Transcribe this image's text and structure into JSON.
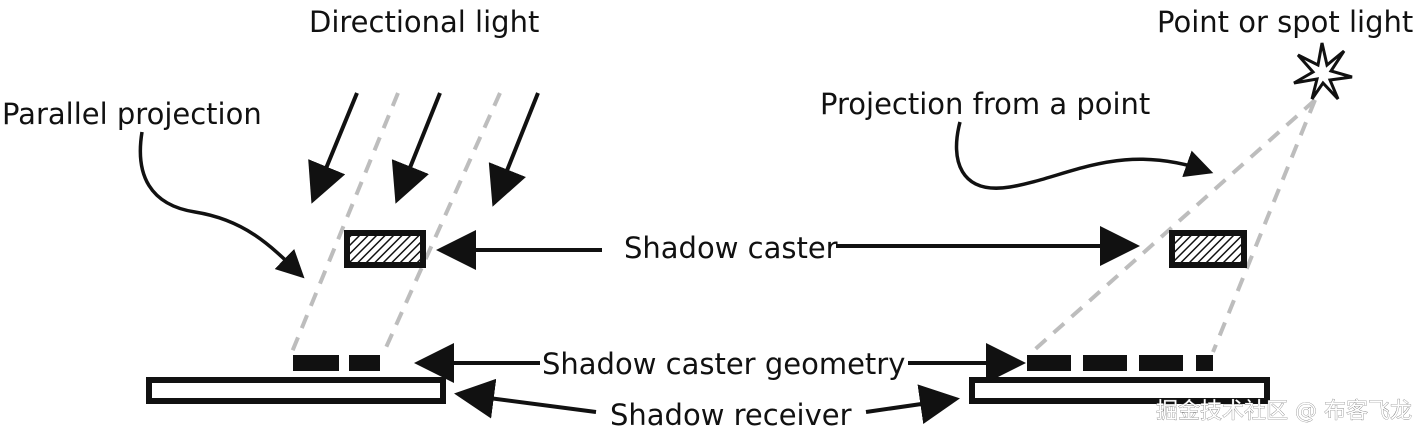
{
  "labels": {
    "directional_light": "Directional light",
    "point_or_spot_light": "Point or spot light",
    "parallel_projection": "Parallel projection",
    "projection_from_a_point": "Projection from a point",
    "shadow_caster": "Shadow caster",
    "shadow_caster_geometry": "Shadow caster geometry",
    "shadow_receiver": "Shadow receiver"
  },
  "watermark": "掘金技术社区 @ 布客飞龙",
  "colors": {
    "ink": "#111111",
    "projection_dash": "#bdbdbd",
    "background": "#ffffff"
  },
  "icons": {
    "light_source": "starburst-icon"
  }
}
